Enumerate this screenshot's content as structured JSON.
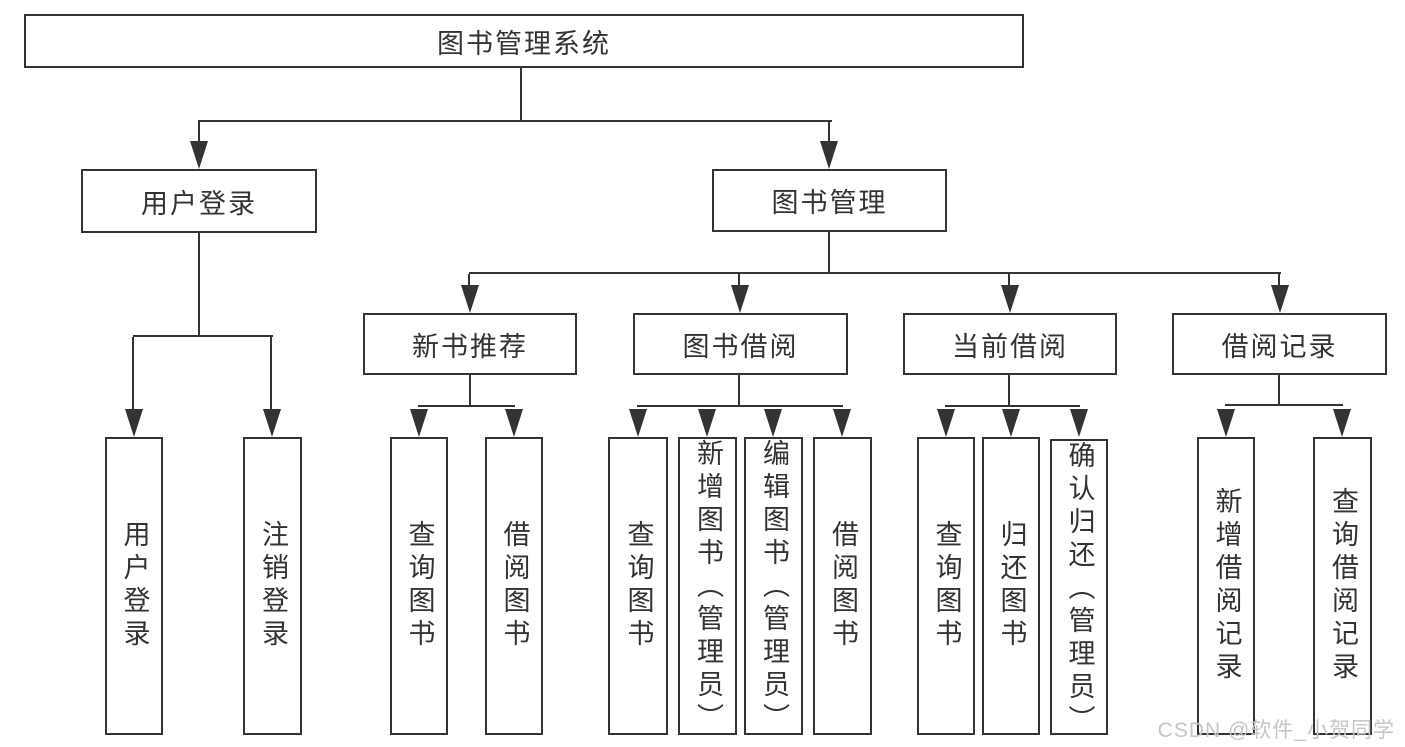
{
  "diagram": {
    "root": {
      "label": "图书管理系统"
    },
    "branches": [
      {
        "label": "用户登录",
        "leaves": [
          "用户登录",
          "注销登录"
        ]
      },
      {
        "label": "图书管理",
        "children": [
          {
            "label": "新书推荐",
            "leaves": [
              "查询图书",
              "借阅图书"
            ]
          },
          {
            "label": "图书借阅",
            "leaves": [
              "查询图书",
              "新增图书（管理员）",
              "编辑图书（管理员）",
              "借阅图书"
            ]
          },
          {
            "label": "当前借阅",
            "leaves": [
              "查询图书",
              "归还图书",
              "确认归还（管理员）"
            ]
          },
          {
            "label": "借阅记录",
            "leaves": [
              "新增借阅记录",
              "查询借阅记录"
            ]
          }
        ]
      }
    ]
  },
  "watermark": {
    "text": "CSDN @软件_小贺同学",
    "color": "#c6c6c6"
  },
  "colors": {
    "line": "#333333",
    "box_border": "#333333",
    "box_background": "#ffffff",
    "text": "#333333",
    "page_background": "#ffffff"
  }
}
